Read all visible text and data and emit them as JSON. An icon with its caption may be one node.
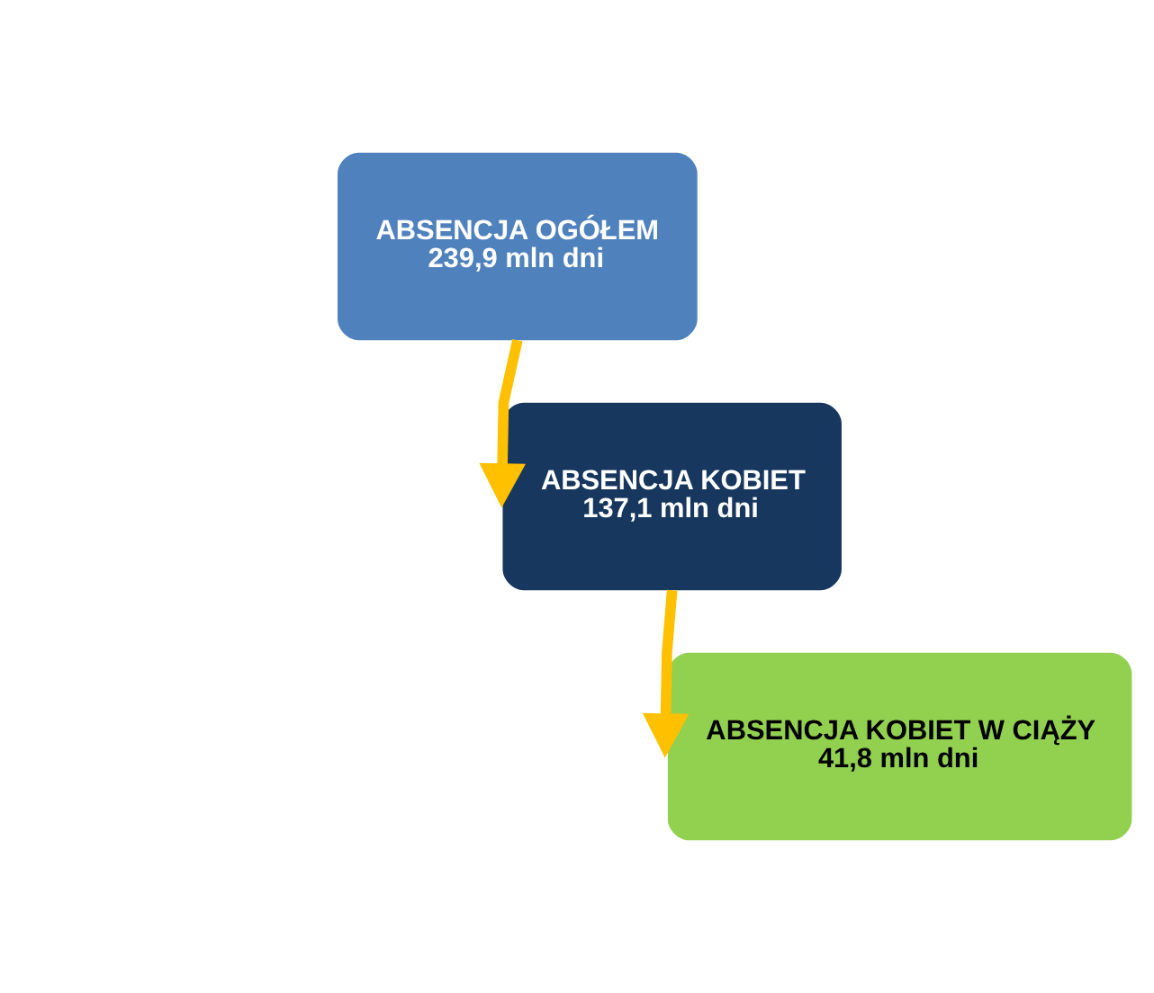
{
  "diagram": {
    "nodes": [
      {
        "text": [
          "ABSENCJA OGÓŁEM",
          "239,9 mln dni"
        ]
      },
      {
        "text": [
          "ABSENCJA KOBIET",
          "137,1 mln dni"
        ]
      },
      {
        "text": [
          "ABSENCJA KOBIET W CIĄŻY",
          "41,8 mln dni"
        ]
      }
    ],
    "edges": [
      {
        "from": 0,
        "to": 1,
        "arrow": "to"
      },
      {
        "from": 1,
        "to": 2,
        "arrow": "to"
      }
    ]
  }
}
